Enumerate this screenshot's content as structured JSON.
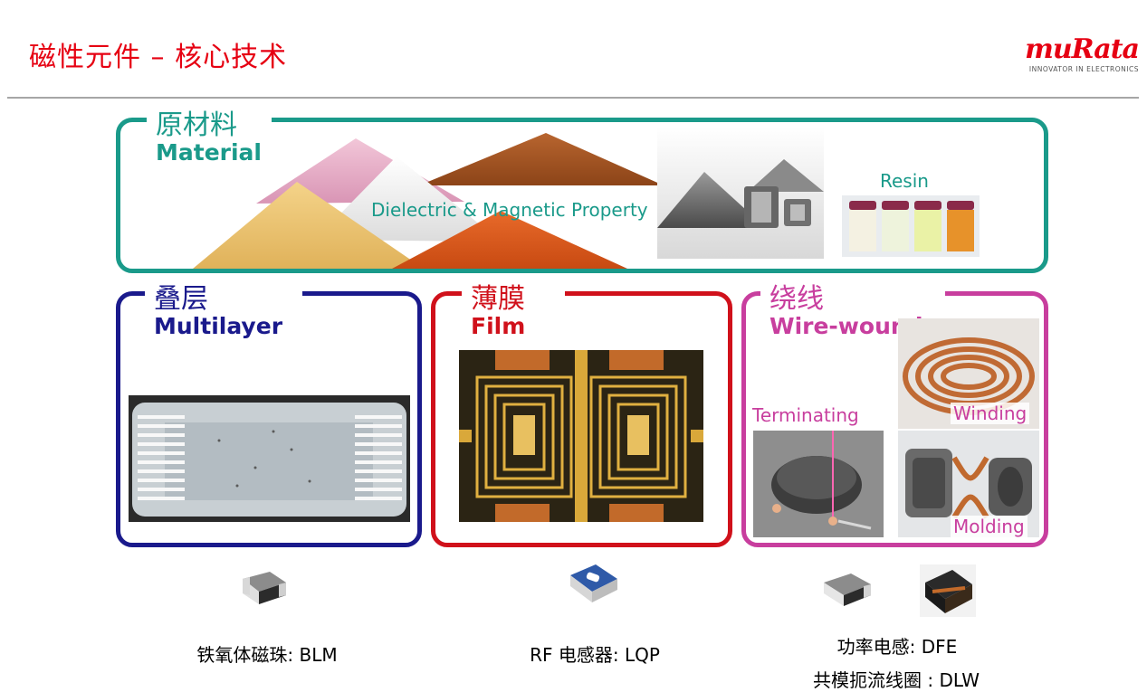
{
  "header": {
    "title": "磁性元件 – 核心技术",
    "logo_text": "muRata",
    "logo_tagline": "INNOVATOR IN ELECTRONICS"
  },
  "material": {
    "cn": "原材料",
    "en": "Material",
    "caption": "Dielectric  & Magnetic Property",
    "resin": "Resin",
    "color": "#1a9a8a"
  },
  "multilayer": {
    "cn": "叠层",
    "en": "Multilayer",
    "color": "#1a1a8c"
  },
  "film": {
    "cn": "薄膜",
    "en": "Film",
    "color": "#d0111b"
  },
  "wirewound": {
    "cn": "绕线",
    "en": "Wire-wound",
    "color": "#c83e9e",
    "terminating": "Terminating",
    "winding": "Winding",
    "molding": "Molding"
  },
  "products": {
    "blm": "铁氧体磁珠: BLM",
    "lqp": "RF 电感器: LQP",
    "dfe": "功率电感: DFE",
    "dlw": "共模扼流线圈 : DLW"
  }
}
